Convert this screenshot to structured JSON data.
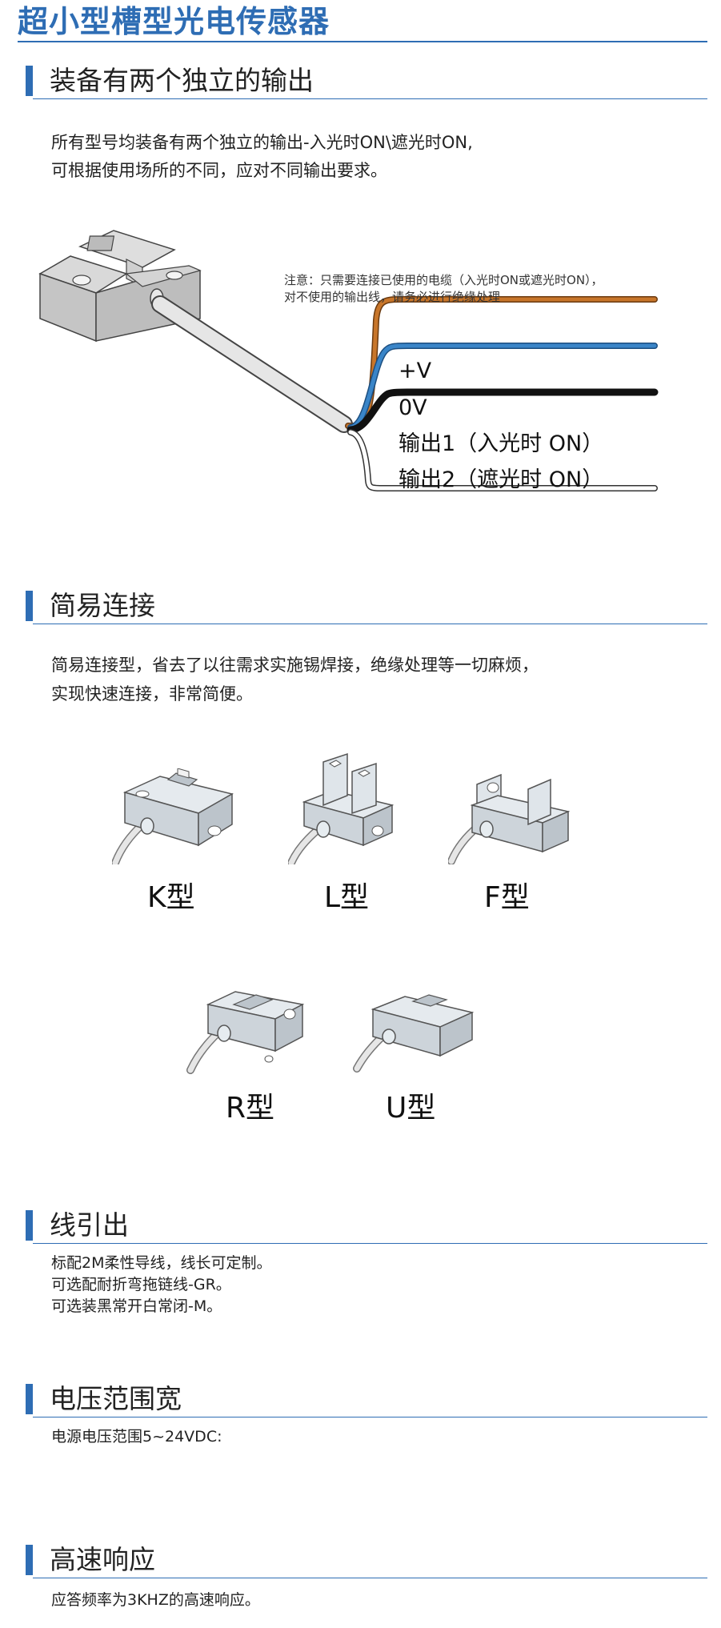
{
  "title": "超小型槽型光电传感器",
  "colors": {
    "accent": "#2e6db4",
    "wire_brown": "#c8762a",
    "wire_blue": "#3a85c8",
    "wire_black": "#111111",
    "wire_white": "#ffffff"
  },
  "sections": [
    {
      "heading": "装备有两个独立的输出",
      "lines": [
        "所有型号均装备有两个独立的输出-入光时ON\\遮光时ON,",
        "可根据使用场所的不同，应对不同输出要求。"
      ]
    },
    {
      "heading": "简易连接",
      "lines": [
        "简易连接型，省去了以往需求实施锡焊接，绝缘处理等一切麻烦，",
        "实现快速连接，非常简便。"
      ]
    },
    {
      "heading": "线引出",
      "lines": [
        "标配2M柔性导线，线长可定制。",
        "可选配耐折弯拖链线-GR。",
        "可选装黑常开白常闭-M。"
      ]
    },
    {
      "heading": "电压范围宽",
      "lines": [
        "电源电压范围5~24VDC:"
      ]
    },
    {
      "heading": "高速响应",
      "lines": [
        "应答频率为3KHZ的高速响应。"
      ]
    }
  ],
  "wiring": {
    "note_lines": [
      "注意：只需要连接已使用的电缆（入光时ON或遮光时ON），",
      "对不使用的输出线，请务必进行绝缘处理"
    ],
    "wires": [
      {
        "label": "+V",
        "color": "brown"
      },
      {
        "label": "0V",
        "color": "blue"
      },
      {
        "label": "输出1（入光时 ON）",
        "color": "black"
      },
      {
        "label": "输出2（遮光时 ON）",
        "color": "white"
      }
    ]
  },
  "sensor_types": [
    "K型",
    "L型",
    "F型",
    "R型",
    "U型"
  ]
}
